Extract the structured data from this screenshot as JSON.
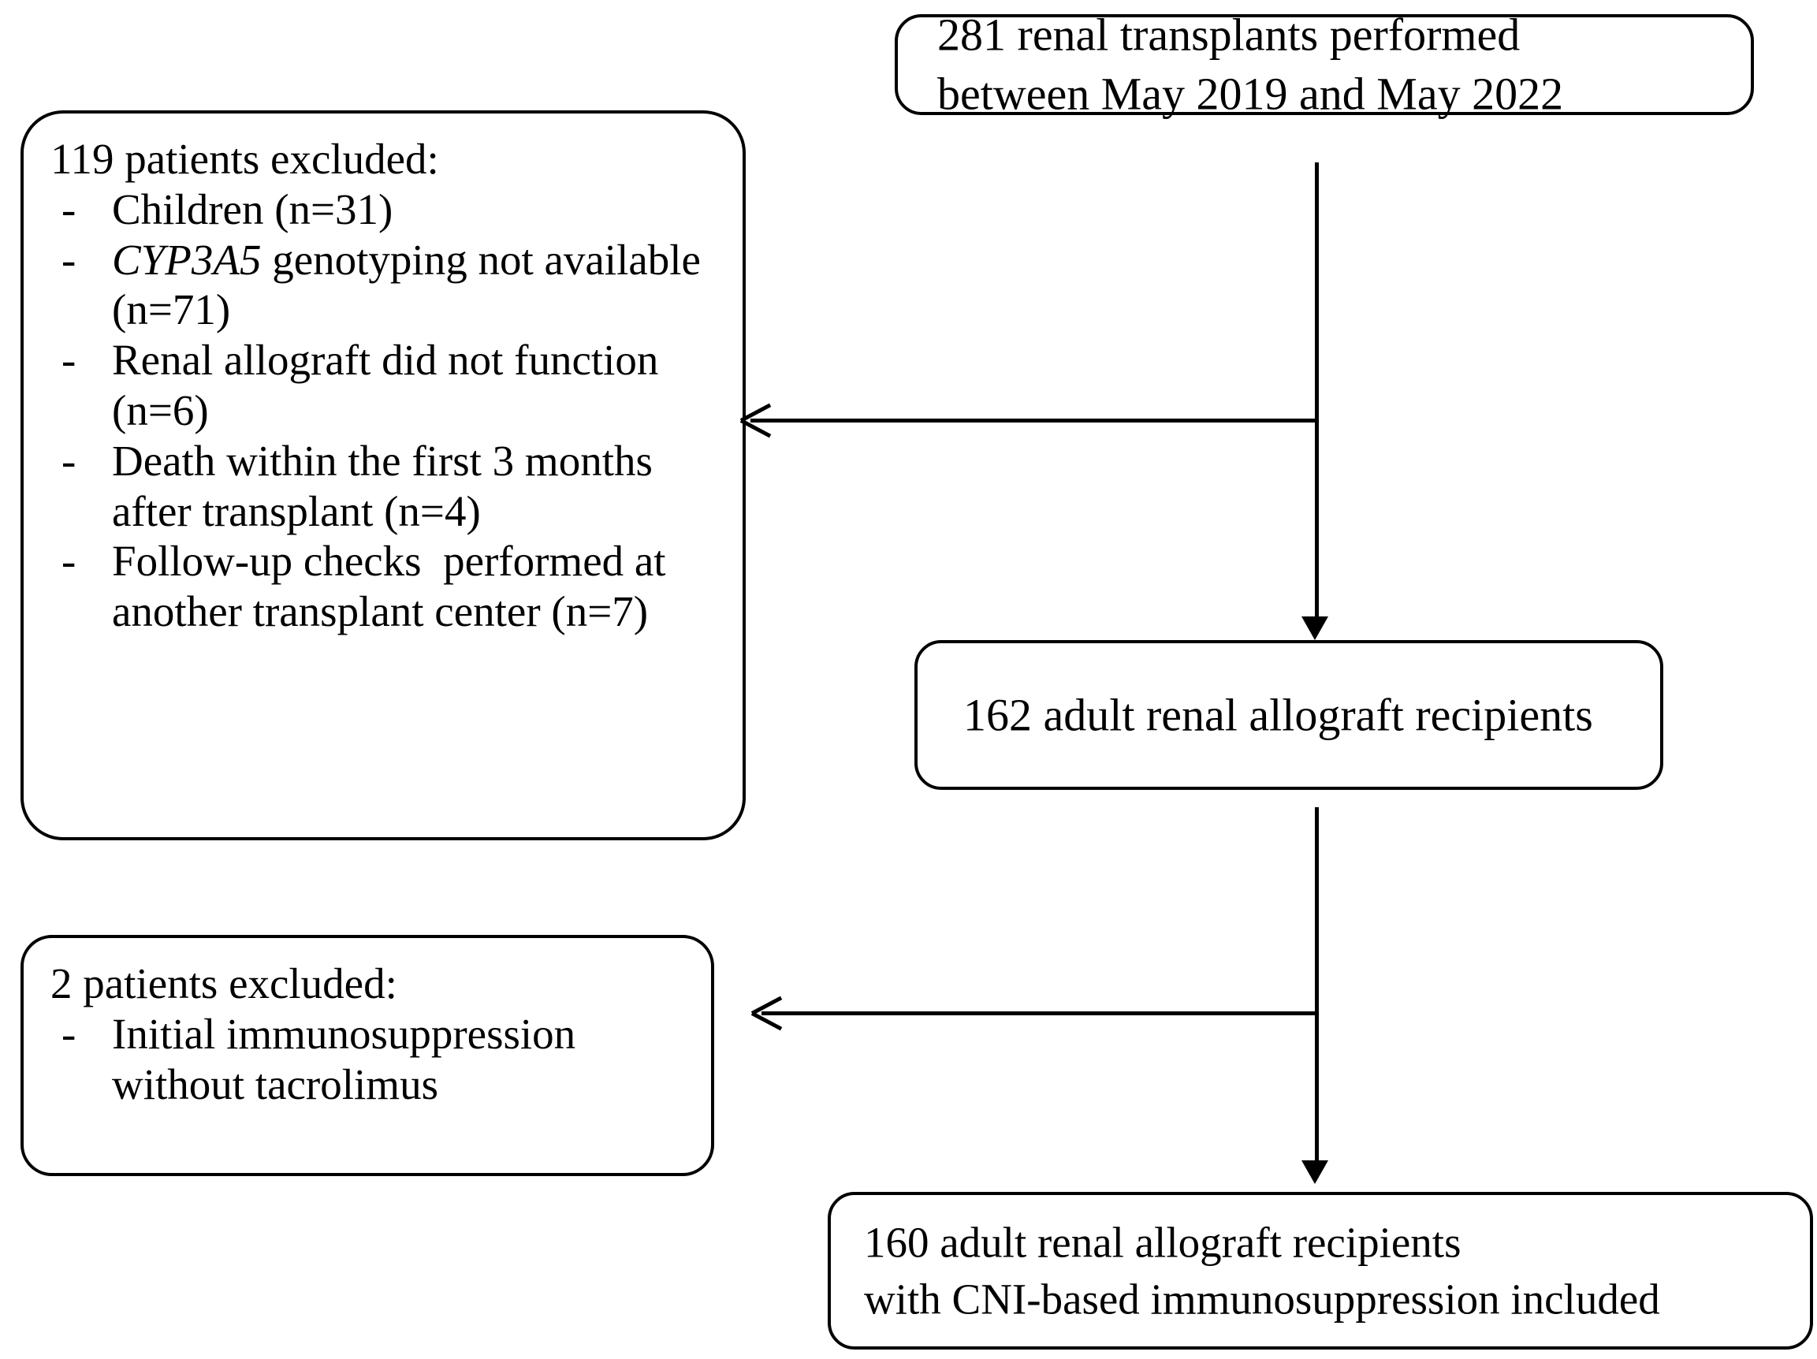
{
  "diagram": {
    "title": "Patient selection flow diagram",
    "type": "flowchart",
    "colors": {
      "stroke": "#000000",
      "background": "#ffffff",
      "text": "#000000"
    }
  },
  "boxes": {
    "top": {
      "line1": "281 renal transplants performed",
      "line2": "between May 2019 and May 2022"
    },
    "cohort_162": {
      "line1": "162 adult renal allograft recipients"
    },
    "cohort_160": {
      "line1": "160 adult renal allograft recipients",
      "line2": "with CNI-based immunosuppression included"
    },
    "excluded_119": {
      "title": "119 patients excluded:",
      "bullet": "-",
      "items": [
        {
          "text_before": "Children (n=31)",
          "gene": "",
          "text_after": ""
        },
        {
          "text_before": "",
          "gene": "CYP3A5",
          "text_after": " genotyping not available (n=71)"
        },
        {
          "text_before": "Renal allograft did not function (n=6)",
          "gene": "",
          "text_after": ""
        },
        {
          "text_before": "Death within the first 3 months after transplant (n=4)",
          "gene": "",
          "text_after": ""
        },
        {
          "text_before": "Follow-up checks  performed at another transplant center (n=7)",
          "gene": "",
          "text_after": ""
        }
      ]
    },
    "excluded_2": {
      "title": "2 patients excluded:",
      "bullet": "-",
      "items": [
        {
          "text_before": "Initial immunosuppression without tacrolimus",
          "gene": "",
          "text_after": ""
        }
      ]
    }
  },
  "connectors": [
    {
      "name": "top-to-162",
      "direction": "down"
    },
    {
      "name": "top-to-excluded-119",
      "direction": "left"
    },
    {
      "name": "162-to-160",
      "direction": "down"
    },
    {
      "name": "162-to-excluded-2",
      "direction": "left"
    }
  ]
}
